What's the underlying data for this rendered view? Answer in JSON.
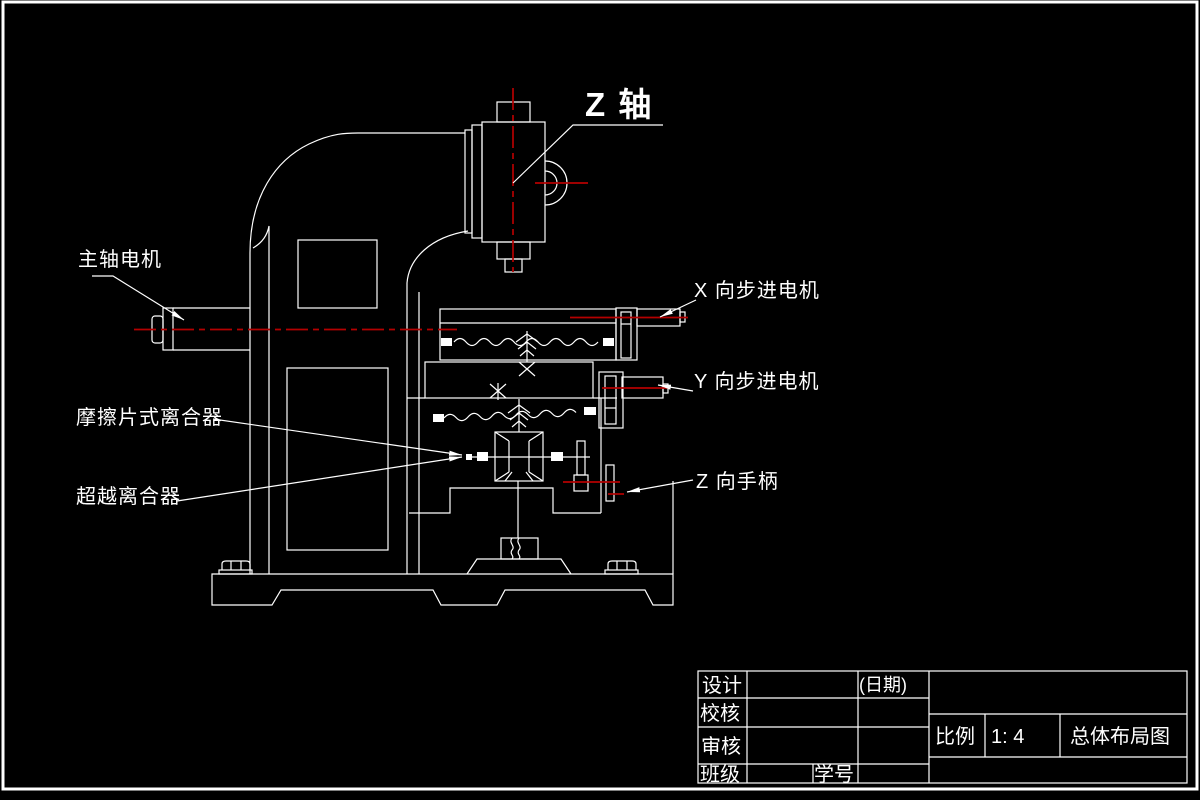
{
  "page": {
    "background_color": "#000000",
    "line_color": "#ffffff",
    "centerline_color": "#b40000",
    "drawing_type": "CAD overall layout drawing of CNC milling machine"
  },
  "labels": {
    "z_axis": "Z 轴",
    "spindle_motor": "主轴电机",
    "x_stepper": "X 向步进电机",
    "y_stepper": "Y 向步进电机",
    "friction_clutch": "摩擦片式离合器",
    "overrun_clutch": "超越离合器",
    "z_handle": "Z 向手柄"
  },
  "title_block": {
    "design": "设计",
    "check": "校核",
    "review": "审核",
    "class": "班级",
    "student_id": "学号",
    "date": "(日期)",
    "scale_label": "比例",
    "scale_value": "1: 4",
    "drawing_title": "总体布局图"
  }
}
